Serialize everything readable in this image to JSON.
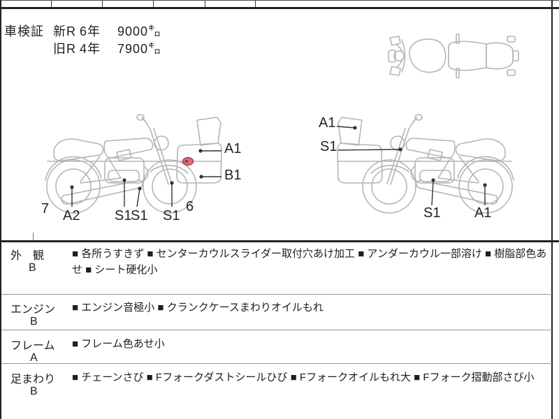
{
  "cert": {
    "label": "車検証",
    "rows": [
      {
        "era": "新R",
        "year": "6年",
        "km": "9000㌔"
      },
      {
        "era": "旧R",
        "year": "4年",
        "km": "7900㌔"
      }
    ]
  },
  "diagram_left": {
    "labels": {
      "rear_number": "7",
      "muffler": "A2",
      "engine": "S1",
      "exhaust_lower": "S1",
      "front_wheel": "S1",
      "front_number": "6",
      "cowl_upper": "A1",
      "cowl_lower": "B1"
    }
  },
  "diagram_right": {
    "labels": {
      "cowl_upper": "A1",
      "front_fork": "S1",
      "engine": "S1",
      "muffler": "A1"
    }
  },
  "icons": {
    "top_view_bike": "motorcycle-top-view-icon",
    "left_bike": "motorcycle-side-view-icon",
    "right_bike": "motorcycle-side-view-mirrored-icon",
    "red_marker": "red-damage-marker-icon"
  },
  "condition": {
    "rows": [
      {
        "label": "外　観",
        "grade": "B",
        "lines": [
          "■ 各所うすきず ■ センターカウルスライダー取付穴あけ加工 ■ アンダーカウル一部溶け ■ 樹脂部色あ",
          "せ ■ シート硬化小"
        ]
      },
      {
        "label": "エンジン",
        "grade": "B",
        "lines": [
          "■ エンジン音極小 ■ クランクケースまわりオイルもれ"
        ]
      },
      {
        "label": "フレーム",
        "grade": "A",
        "lines": [
          "■ フレーム色あせ小"
        ]
      },
      {
        "label": "足まわり",
        "grade": "B",
        "lines": [
          "■ チェーンさび ■ Fフォークダストシールひび ■ Fフォークオイルもれ大 ■ Fフォーク摺動部さび小"
        ]
      }
    ]
  },
  "colors": {
    "ink": "#1e1e1e",
    "outline_gray": "#b1b6b6",
    "marker_red": "#c4454f",
    "thick_border": "#232323",
    "thin_separator": "#969696"
  }
}
